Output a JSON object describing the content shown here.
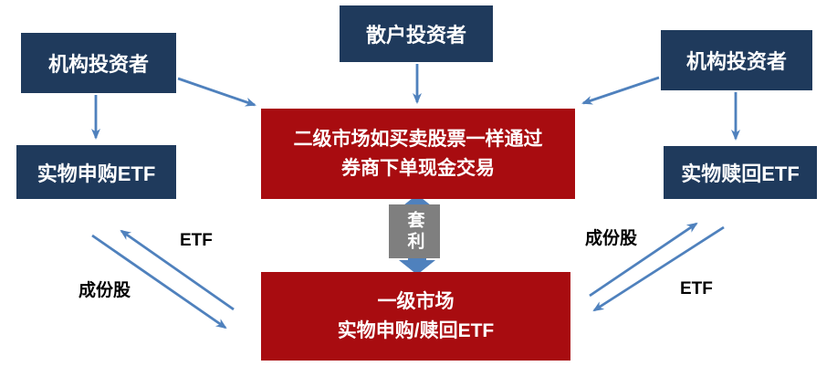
{
  "colors": {
    "box_navy": "#1F3A5C",
    "box_red": "#A80C10",
    "box_gray": "#7F7F7F",
    "arrow_blue": "#4F81BD",
    "edge_label_black": "#000000",
    "box_text_white": "#FFFFFF"
  },
  "nodes": {
    "institutional_left": {
      "label": "机构投资者"
    },
    "retail_top": {
      "label": "散户投资者"
    },
    "institutional_right": {
      "label": "机构投资者"
    },
    "physical_subscribe": {
      "label": "实物申购ETF"
    },
    "physical_redeem": {
      "label": "实物赎回ETF"
    },
    "secondary_market": {
      "line1": "二级市场如买卖股票一样通过",
      "line2": "券商下单现金交易"
    },
    "arbitrage": {
      "label": "套利"
    },
    "primary_market": {
      "line1": "一级市场",
      "line2": "实物申购/赎回ETF"
    }
  },
  "edge_labels": {
    "left_etf": "ETF",
    "left_constituent_stocks": "成份股",
    "right_constituent_stocks": "成份股",
    "right_etf": "ETF"
  }
}
